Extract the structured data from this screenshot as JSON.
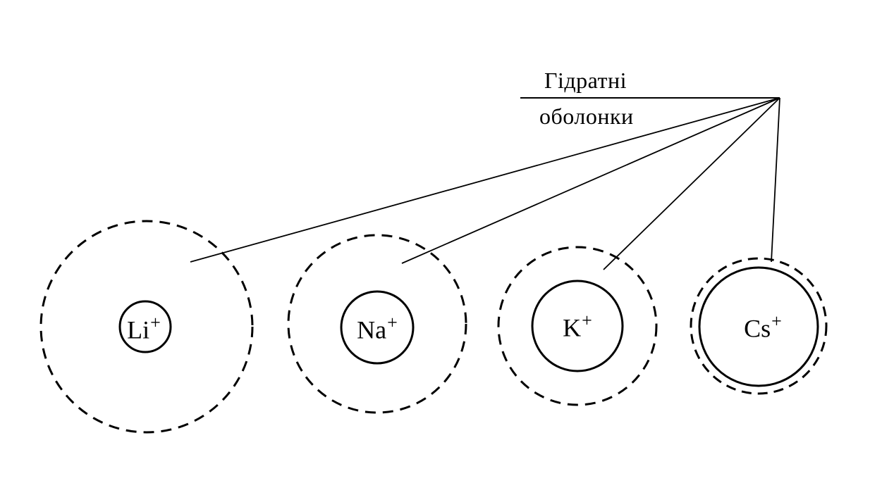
{
  "legend": {
    "line1": "Гідратні",
    "line2": "оболонки"
  },
  "ions": [
    {
      "symbol": "Li",
      "charge": "+"
    },
    {
      "symbol": "Na",
      "charge": "+"
    },
    {
      "symbol": "K",
      "charge": "+"
    },
    {
      "symbol": "Cs",
      "charge": "+"
    }
  ],
  "colors": {
    "ink": "#000000",
    "background": "#ffffff"
  }
}
